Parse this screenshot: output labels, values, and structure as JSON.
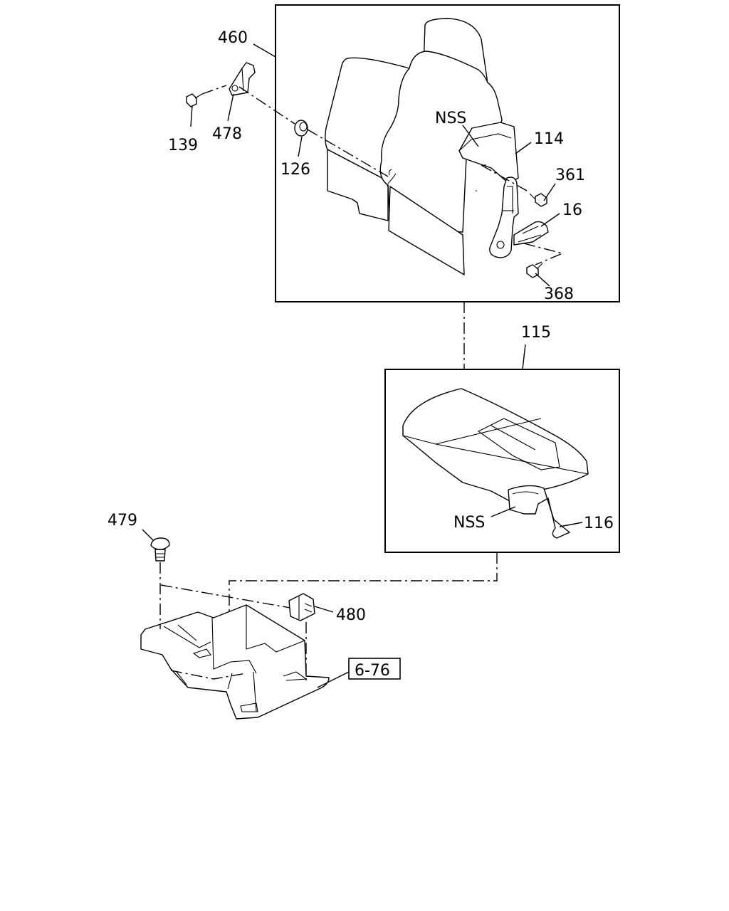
{
  "labels": {
    "p460": "460",
    "p139": "139",
    "p478": "478",
    "p126": "126",
    "nss_back": "NSS",
    "p114": "114",
    "p361": "361",
    "p16": "16",
    "p368": "368",
    "p115": "115",
    "nss_cushion": "NSS",
    "p116": "116",
    "p479": "479",
    "p480": "480",
    "ref_6_76": "6-76"
  }
}
